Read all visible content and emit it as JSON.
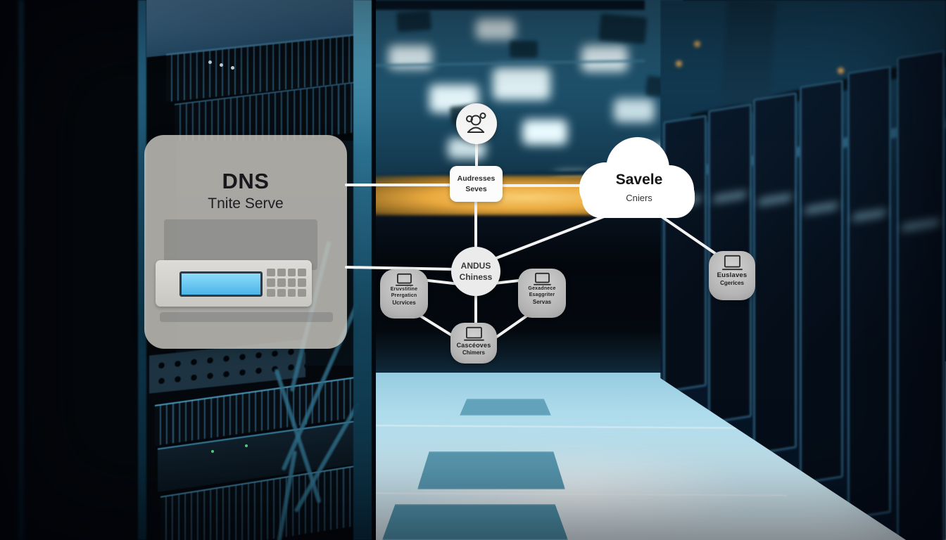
{
  "panel": {
    "title": "DNS",
    "subtitle": "Tnite Serve"
  },
  "diagram": {
    "address_box": {
      "lines": [
        "Audresses",
        "Seves"
      ]
    },
    "cloud": {
      "title": "Savele",
      "subtitle": "Cniers"
    },
    "center_node": {
      "lines": [
        "ANDUS",
        "Chiness"
      ]
    },
    "left_client": {
      "lines": [
        "Eruvstitine",
        "Prergaticn",
        "Ucrvices"
      ]
    },
    "right_client": {
      "lines": [
        "Gexadnece",
        "Esaggriter",
        "Servas"
      ]
    },
    "bottom_client": {
      "lines": [
        "Cascéoves",
        "Chimers"
      ]
    },
    "far_right_client": {
      "lines": [
        "Euslaves",
        "Cgerices"
      ]
    },
    "icons": {
      "top_node": "users-icon",
      "client_nodes": "laptop-icon",
      "cloud_shape": "cloud-icon"
    }
  },
  "colors": {
    "connector_line": "#f3f3f3",
    "amber_glow": "#eaa93e",
    "lcd_blue": "#6fd2f3",
    "floor_blue": "#bfe2f0",
    "floor_tile_teal": "#5b9db6",
    "cloud_white": "#ffffff",
    "node_gray": "#bdbdbd",
    "rack_blue": "#3f7ba0",
    "panel_gray": "#c7c3bc"
  }
}
